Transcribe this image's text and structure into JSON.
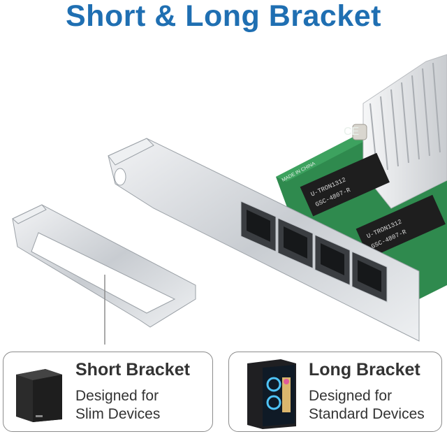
{
  "title": "Short & Long Bracket",
  "card_short": {
    "heading": "Short Bracket",
    "line1": "Designed for",
    "line2": "Slim Devices",
    "icon": "small-form-factor-pc-icon"
  },
  "card_long": {
    "heading": "Long Bracket",
    "line1": "Designed for",
    "line2": "Standard Devices",
    "icon": "tower-pc-icon"
  },
  "board_marks": {
    "transformer_label": "U-TRON1312",
    "transformer_part": "GSC-4807-R",
    "made_in": "MADE IN CHINA",
    "ce_mark": "CE"
  },
  "colors": {
    "title": "#1f6fb2",
    "pcb": "#2f8a4e",
    "bracket": "#cfd2d6",
    "heatsink": "#e3e5e8"
  }
}
